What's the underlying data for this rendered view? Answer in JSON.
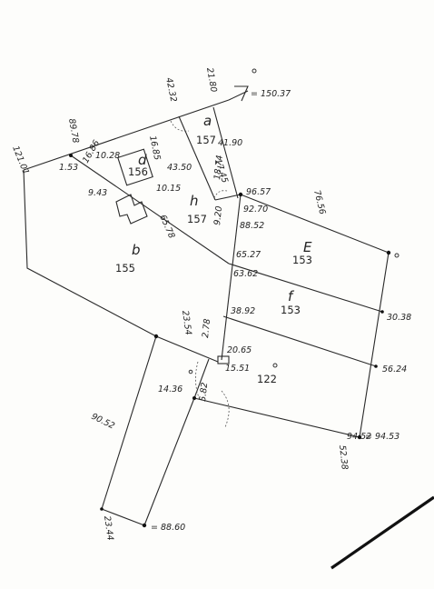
{
  "plot_letters": {
    "b": "b",
    "h": "h",
    "d": "d",
    "e": "E",
    "f": "f",
    "a": "a"
  },
  "plot_numbers": {
    "b": "155",
    "h": "157",
    "d": "156",
    "e": "153",
    "f": "153",
    "a": "157",
    "lower": "122"
  },
  "measurements": {
    "m12101": "121.01",
    "m8978": "89.78",
    "m4232": "42.32",
    "m2180": "21.80",
    "m15037": "= 150.37",
    "m4190": "41.90",
    "m1685": "16.85",
    "m1028": "10.28",
    "m153": "1.53",
    "m1686": "16.86",
    "m943": "9.43",
    "m4350": "43.50",
    "m1015": "10.15",
    "m1745": "17.45",
    "m1874": "18.74",
    "m9657": "96.57",
    "m7656": "76.56",
    "m9270": "92.70",
    "m920": "9.20",
    "m8852": "88.52",
    "m6578": "65.78",
    "m6527": "65.27",
    "m6362": "63.62",
    "m3892": "38.92",
    "m3038": "30.38",
    "m2354": "23.54",
    "m278": "2.78",
    "m2065": "20.65",
    "m1551": "15.51",
    "m5624": "56.24",
    "m1436": "14.36",
    "m582": "5.82",
    "m9452": "94.52",
    "m9053": "= 94.53",
    "m5238": "52.38",
    "m2344": "23.44",
    "m8860": "= 88.60"
  }
}
